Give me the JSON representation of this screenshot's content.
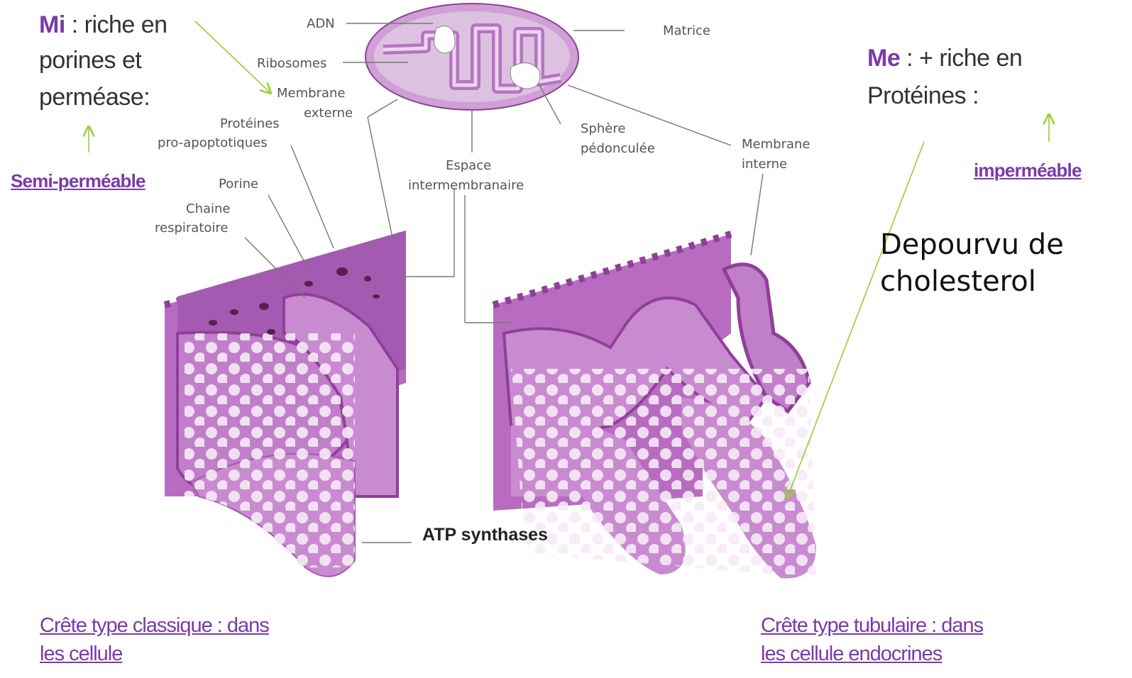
{
  "mi_note": {
    "prefix": "Mi",
    "rest": " : riche en",
    "line2": "porines et",
    "line3": "perméase:",
    "link": "Semi-perméable"
  },
  "me_note": {
    "prefix": "Me",
    "rest": " : + riche en",
    "line2": "Protéines  :",
    "link": "imperméable"
  },
  "depourvu": {
    "line1": "Depourvu  de",
    "line2": "cholesterol"
  },
  "labels": {
    "adn": "ADN",
    "matrice": "Matrice",
    "ribosomes": "Ribosomes",
    "membrane_externe_1": "Membrane",
    "membrane_externe_2": "externe",
    "proteines_1": "Protéines",
    "proteines_2": "pro-apoptotiques",
    "sphere_1": "Sphère",
    "sphere_2": "pédonculée",
    "membrane_interne_1": "Membrane",
    "membrane_interne_2": "interne",
    "espace_1": "Espace",
    "espace_2": "intermembranaire",
    "porine": "Porine",
    "chaine_1": "Chaine",
    "chaine_2": "respiratoire",
    "atp": "ATP synthases"
  },
  "captions": {
    "left_1": "Crête type classique  : dans",
    "left_2": "les cellule",
    "right_1": "Crête type tubulaire : dans",
    "right_2": "les cellule endocrines"
  },
  "colors": {
    "membrane": "#c87fd0",
    "membrane_dark": "#8f3f99",
    "matrix": "#e2cde6",
    "accent": "#7a3aa8",
    "arrow": "#9acd32",
    "leader": "#777777"
  }
}
